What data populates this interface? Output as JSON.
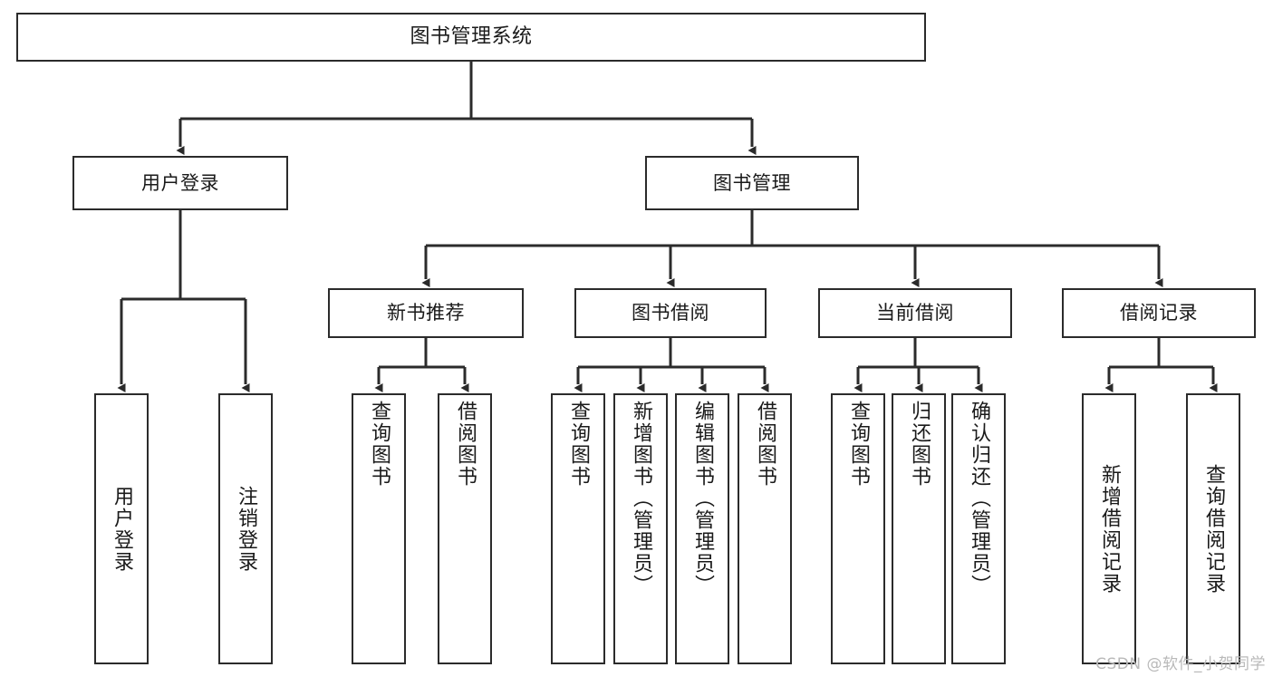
{
  "diagram": {
    "type": "tree-hierarchy-chart",
    "title": "图书管理系统",
    "orientation": "top-down",
    "colors": {
      "box_border": "#2b2b2b",
      "box_fill": "#ffffff",
      "connector": "#2b2b2b",
      "text": "#1a1a1a",
      "watermark": "#b9b9b9",
      "background": "#ffffff"
    },
    "root": {
      "label": "图书管理系统"
    },
    "level2": [
      {
        "label": "用户登录"
      },
      {
        "label": "图书管理"
      }
    ],
    "level3": [
      {
        "label": "新书推荐"
      },
      {
        "label": "图书借阅"
      },
      {
        "label": "当前借阅"
      },
      {
        "label": "借阅记录"
      }
    ],
    "leaves": {
      "user_login": [
        {
          "label": "用户登录"
        },
        {
          "label": "注销登录"
        }
      ],
      "new_book_recommend": [
        {
          "label": "查询图书"
        },
        {
          "label": "借阅图书"
        }
      ],
      "book_borrow": [
        {
          "label": "查询图书"
        },
        {
          "label": "新增图书（管理员）"
        },
        {
          "label": "编辑图书（管理员）"
        },
        {
          "label": "借阅图书"
        }
      ],
      "current_borrow": [
        {
          "label": "查询图书"
        },
        {
          "label": "归还图书"
        },
        {
          "label": "确认归还（管理员）"
        }
      ],
      "borrow_record": [
        {
          "label": "新增借阅记录"
        },
        {
          "label": "查询借阅记录"
        }
      ]
    },
    "watermark": "CSDN @软件_小贺同学"
  }
}
